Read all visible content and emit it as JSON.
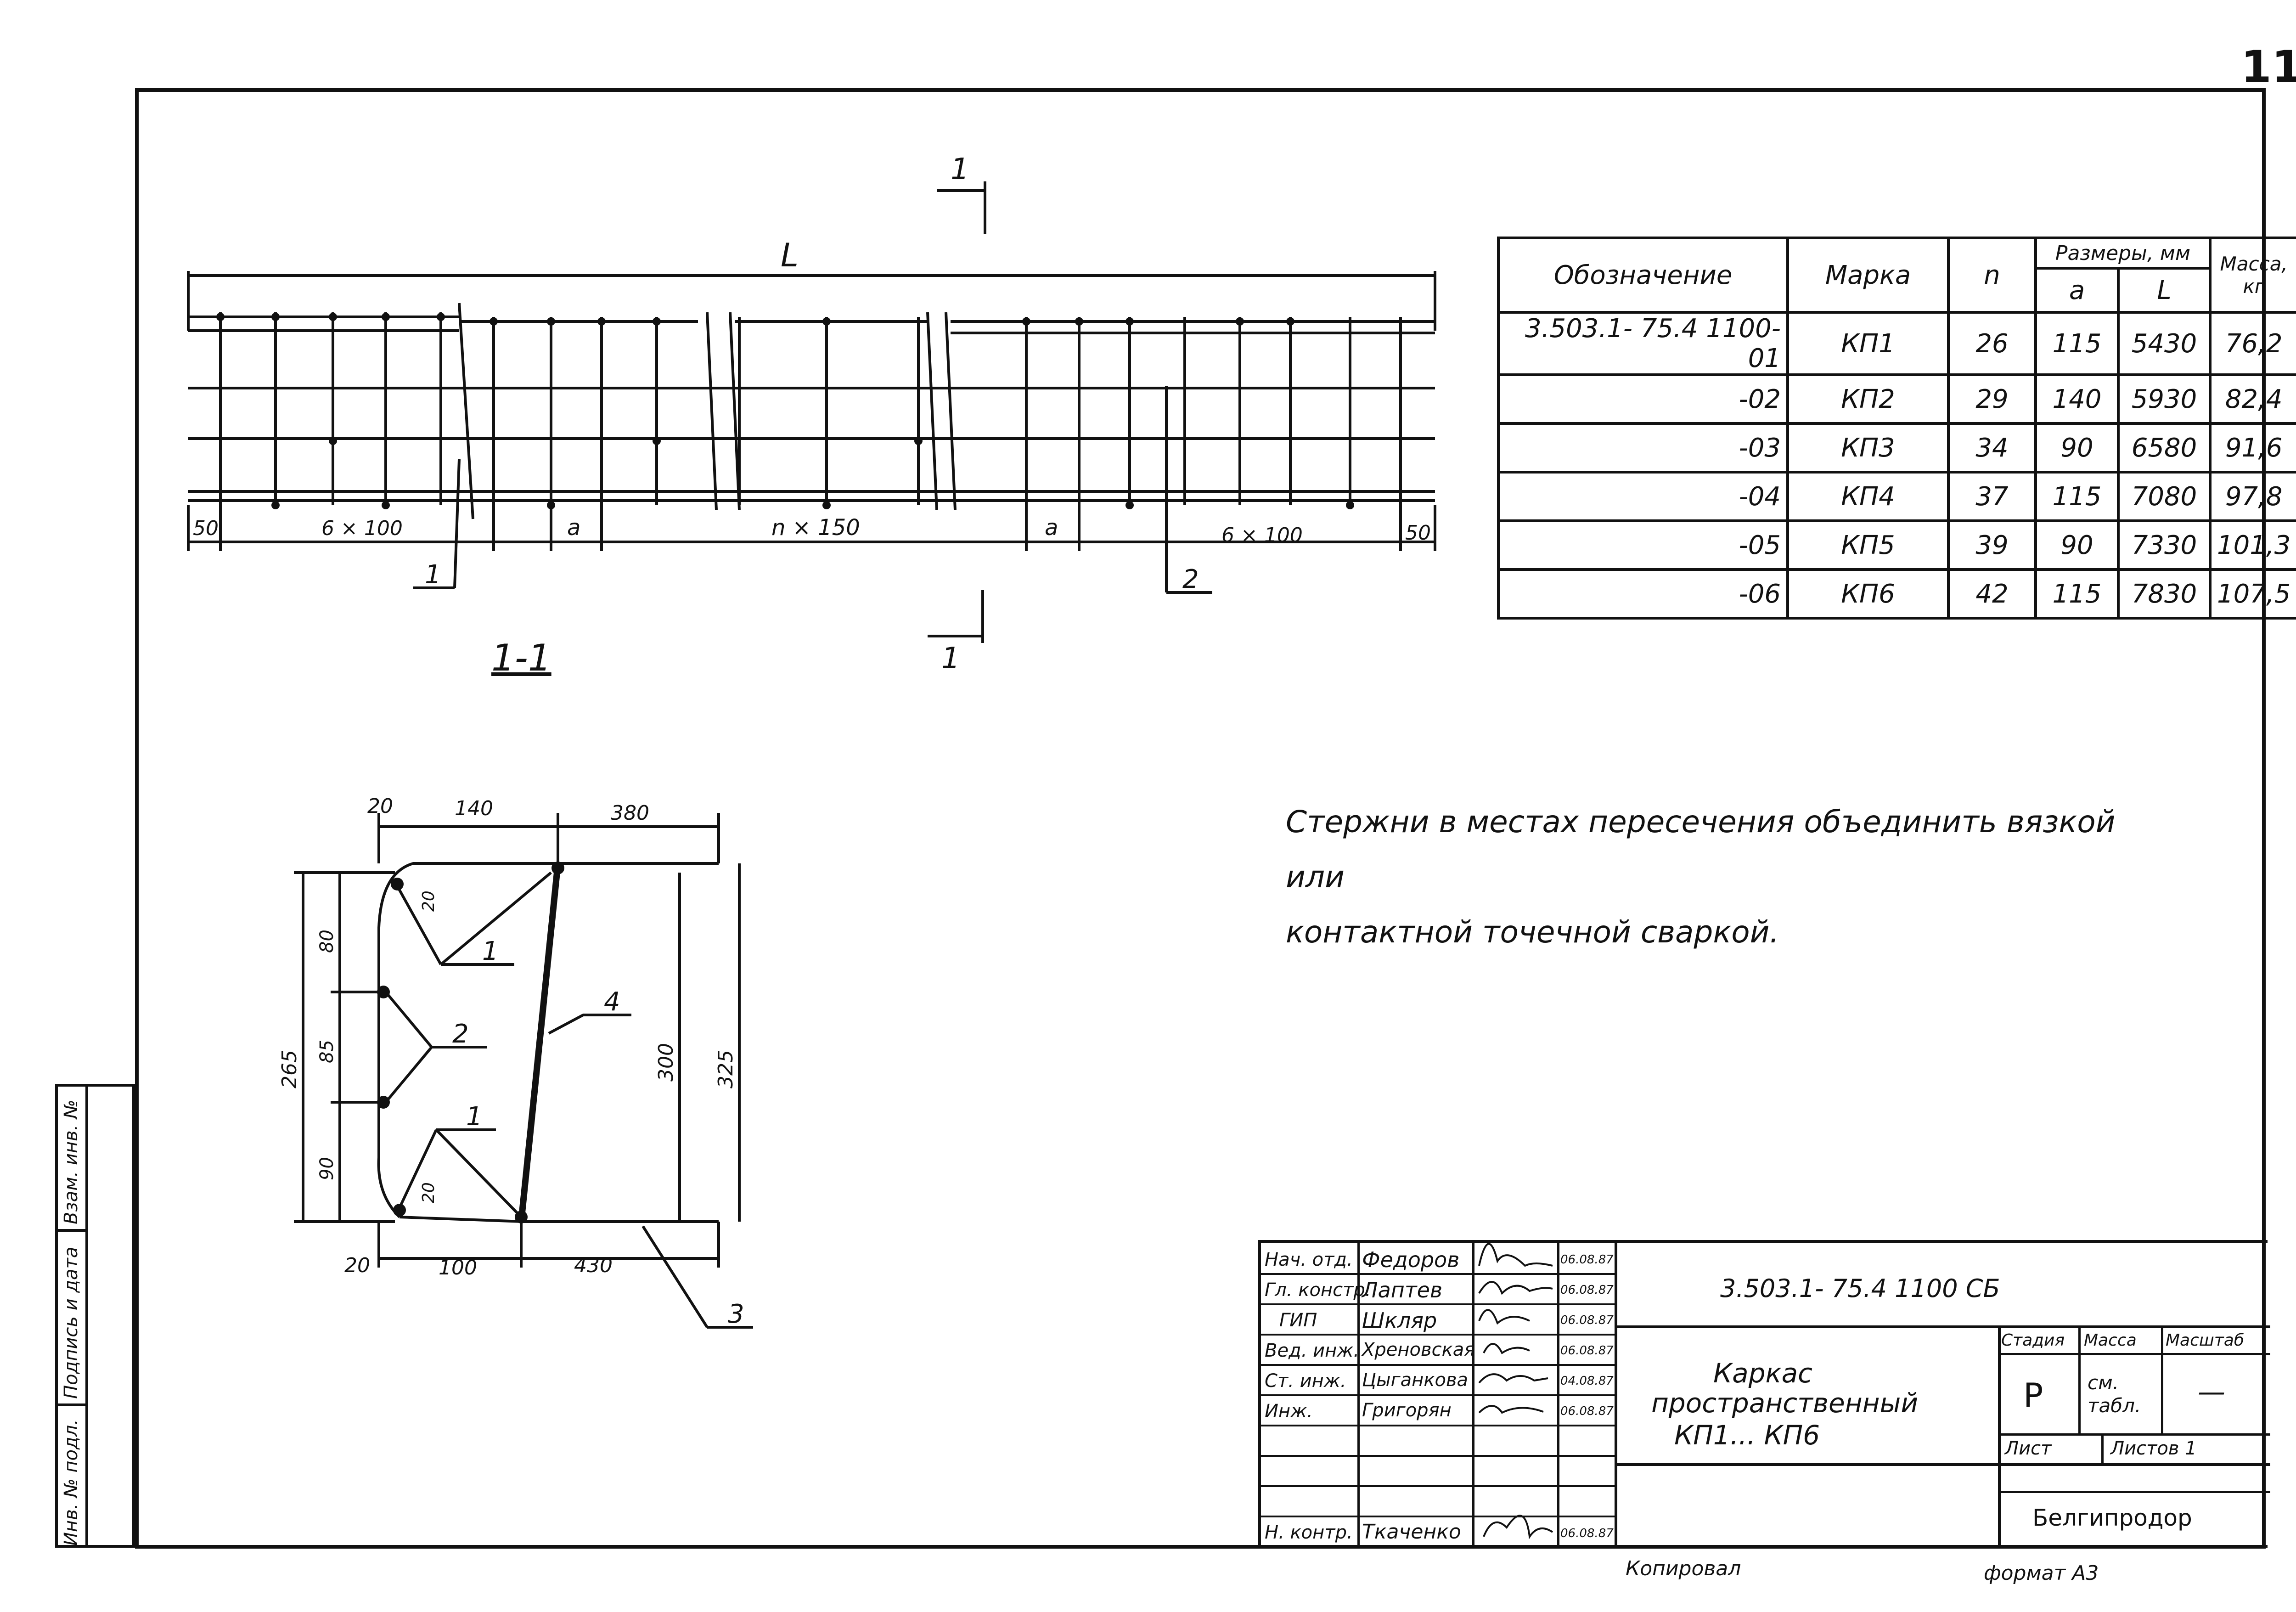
{
  "sheet_number": "11",
  "plan": {
    "total_length_label": "L",
    "section_mark": "1",
    "dims": [
      "50",
      "6 × 100",
      "a",
      "n × 150",
      "a",
      "6 × 100",
      "50"
    ],
    "leaders": [
      "1",
      "2"
    ]
  },
  "section": {
    "title": "1-1",
    "top_dims": [
      "20",
      "140",
      "380"
    ],
    "bottom_dims": [
      "20",
      "100",
      "430"
    ],
    "left_dims": [
      "265",
      "80",
      "85",
      "90"
    ],
    "right_dims": [
      "300",
      "325"
    ],
    "small_dims": [
      "20",
      "20"
    ],
    "leaders": [
      "1",
      "2",
      "1",
      "4",
      "3"
    ]
  },
  "spec_table": {
    "headers": {
      "designation": "Обозначение",
      "mark": "Марка",
      "n": "n",
      "sizes": "Размеры, мм",
      "a": "a",
      "L": "L",
      "mass": "Масса, кг"
    },
    "rows": [
      {
        "designation": "3.503.1- 75.4 1100-01",
        "mark": "КП1",
        "n": "26",
        "a": "115",
        "L": "5430",
        "mass": "76,2"
      },
      {
        "designation": "-02",
        "mark": "КП2",
        "n": "29",
        "a": "140",
        "L": "5930",
        "mass": "82,4"
      },
      {
        "designation": "-03",
        "mark": "КП3",
        "n": "34",
        "a": "90",
        "L": "6580",
        "mass": "91,6"
      },
      {
        "designation": "-04",
        "mark": "КП4",
        "n": "37",
        "a": "115",
        "L": "7080",
        "mass": "97,8"
      },
      {
        "designation": "-05",
        "mark": "КП5",
        "n": "39",
        "a": "90",
        "L": "7330",
        "mass": "101,3"
      },
      {
        "designation": "-06",
        "mark": "КП6",
        "n": "42",
        "a": "115",
        "L": "7830",
        "mass": "107,5"
      }
    ]
  },
  "note": {
    "line1": "Стержни в местах пересечения объединить вязкой или",
    "line2": "контактной точечной сваркой."
  },
  "title_block": {
    "document_code": "3.503.1- 75.4 1100 СБ",
    "title_line1": "Каркас",
    "title_line2": "пространственный",
    "title_line3": "КП1... КП6",
    "stage_label": "Стадия",
    "mass_label": "Масса",
    "scale_label": "Масштаб",
    "stage_value": "Р",
    "mass_value_1": "см.",
    "mass_value_2": "табл.",
    "scale_value": "—",
    "sheet_label": "Лист",
    "sheets_label": "Листов 1",
    "organization": "Белгипродор",
    "staff": [
      {
        "role": "Нач. отд.",
        "name": "Федоров",
        "date": "06.08.87"
      },
      {
        "role": "Гл. констр.",
        "name": "Лаптев",
        "date": "06.08.87"
      },
      {
        "role": "ГИП",
        "name": "Шкляр",
        "date": "06.08.87"
      },
      {
        "role": "Вед. инж.",
        "name": "Хреновская",
        "date": "06.08.87"
      },
      {
        "role": "Ст. инж.",
        "name": "Цыганкова",
        "date": "04.08.87"
      },
      {
        "role": "Инж.",
        "name": "Григорян",
        "date": "06.08.87"
      },
      {
        "role": "",
        "name": "",
        "date": ""
      },
      {
        "role": "",
        "name": "",
        "date": ""
      },
      {
        "role": "",
        "name": "",
        "date": ""
      },
      {
        "role": "Н. контр.",
        "name": "Ткаченко",
        "date": "06.08.87"
      }
    ]
  },
  "side_labels": [
    "Инв. № подл.",
    "Подпись и дата",
    "Взам. инв. №"
  ],
  "copied_label": "Копировал",
  "format_label": "формат А3"
}
